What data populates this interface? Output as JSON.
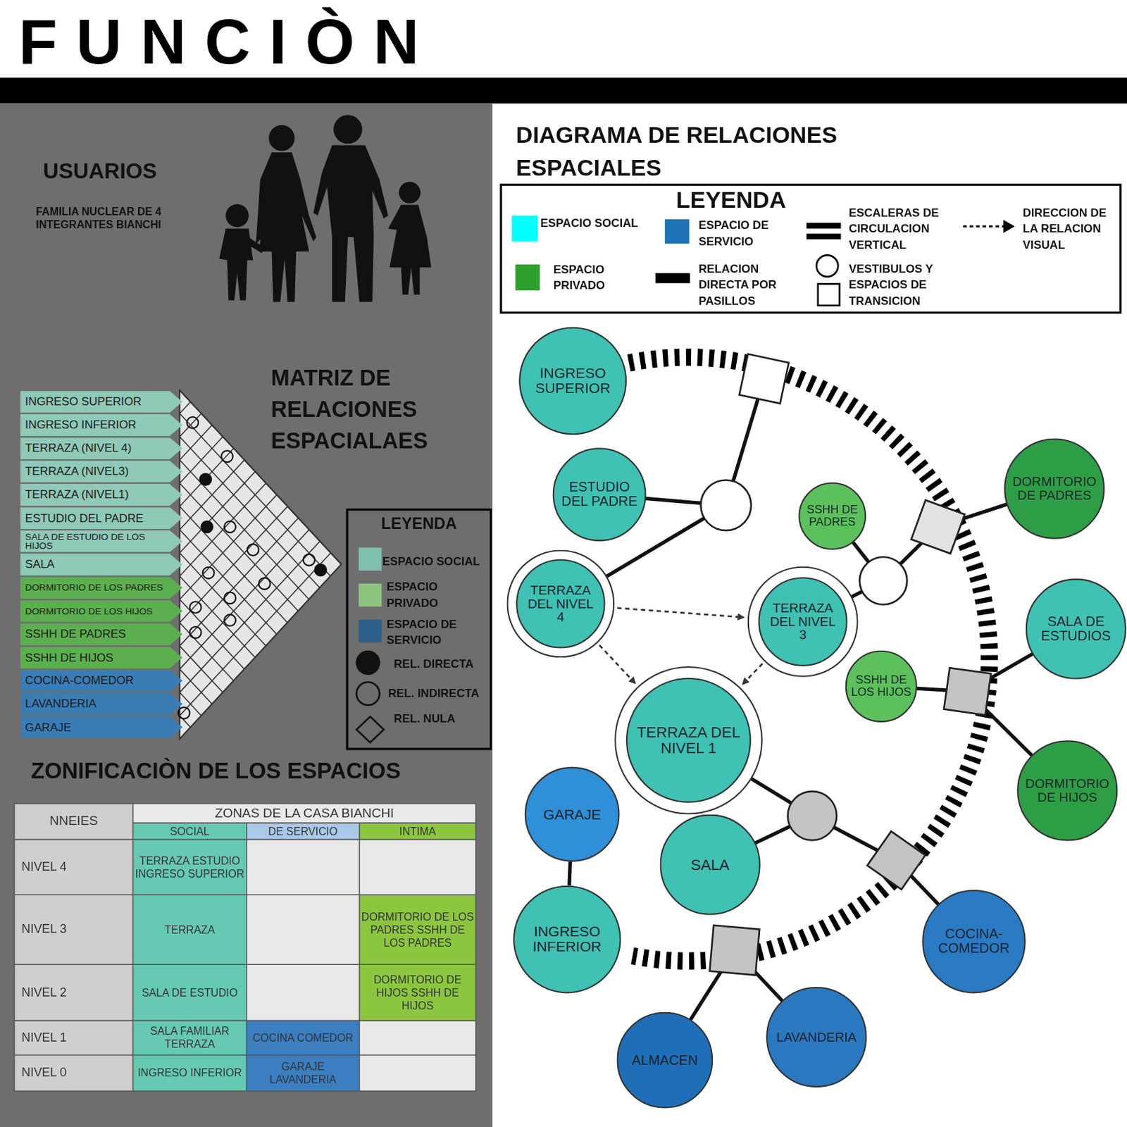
{
  "diagram": {
    "title": "FUNCIÒN",
    "nodes": [
      {
        "text": [
          "INGRESO SUPERIOR"
        ]
      },
      {
        "text": [
          "INGRESO INFERIOR"
        ]
      },
      {
        "text": [
          "TERRAZA (NIVEL 4)"
        ]
      },
      {
        "text": [
          "TERRAZA (NIVEL3)"
        ]
      },
      {
        "text": [
          "TERRAZA (NIVEL1)"
        ]
      },
      {
        "text": [
          "ESTUDIO DEL PADRE"
        ]
      },
      {
        "text": [
          "SALA DE ESTUDIO DE LOS HIJOS"
        ]
      },
      {
        "text": [
          "SALA"
        ]
      },
      {
        "text": [
          "DORMITORIO DE LOS PADRES"
        ]
      },
      {
        "text": [
          "DORMITORIO DE LOS HIJOS"
        ]
      },
      {
        "text": [
          "SSHH DE PADRES"
        ]
      },
      {
        "text": [
          "SSHH DE HIJOS"
        ]
      },
      {
        "text": [
          "COCINA-COMEDOR"
        ]
      },
      {
        "text": [
          "LAVANDERIA"
        ]
      },
      {
        "text": [
          "GARAJE"
        ]
      },
      {
        "text": [
          "INGRESO SUPERIOR"
        ]
      },
      {
        "text": [
          "ESTUDIO DEL PADRE"
        ]
      },
      {
        "text": [
          "SSHH DE PADRES"
        ]
      },
      {
        "text": [
          "DORMITORIO DE PADRES"
        ]
      },
      {
        "text": [
          "TERRAZA DEL NIVEL 4"
        ]
      },
      {
        "text": [
          "TERRAZA DEL NIVEL 3"
        ]
      },
      {
        "text": [
          "SALA DE ESTUDIOS"
        ]
      },
      {
        "text": [
          "SSHH DE LOS HIJOS"
        ]
      },
      {
        "text": [
          "TERRAZA DEL NIVEL 1"
        ]
      },
      {
        "text": [
          "DORMITORIO DE HIJOS"
        ]
      },
      {
        "text": [
          "GARAJE"
        ]
      },
      {
        "text": [
          "SALA"
        ]
      },
      {
        "text": [
          "INGRESO INFERIOR"
        ]
      },
      {
        "text": [
          "COCINA-COMEDOR"
        ]
      },
      {
        "text": [
          "ALMACEN"
        ]
      },
      {
        "text": [
          "LAVANDERIA"
        ]
      }
    ],
    "edges": [
      {
        "from": 19,
        "to": 20,
        "arrow": "to"
      },
      {
        "from": 19,
        "to": 23,
        "arrow": "to"
      },
      {
        "from": 20,
        "to": 23,
        "arrow": "to"
      },
      {
        "from": 25,
        "to": 27,
        "arrow": "none"
      }
    ],
    "labels": [
      "USUARIOS",
      "FAMILIA NUCLEAR DE 4 INTEGRANTES BIANCHI",
      "MATRIZ DE RELACIONES ESPACIALAES",
      "LEYENDA",
      "ZONIFICACIÒN DE LOS ESPACIOS",
      "NNEIES",
      "ZONAS DE LA CASA BIANCHI",
      "SOCIAL",
      "DE SERVICIO",
      "INTIMA",
      "NIVEL 4",
      "NIVEL 3",
      "NIVEL 2",
      "NIVEL 1",
      "NIVEL 0",
      "TERRAZA ESTUDIO INGRESO SUPERIOR",
      "TERRAZA",
      "DORMITORIO DE LOS PADRES SSHH DE LOS PADRES",
      "SALA DE ESTUDIO",
      "DORMITORIO DE HIJOS SSHH DE HIJOS",
      "SALA FAMILIAR TERRAZA",
      "COCINA COMEDOR",
      "INGRESO INFERIOR",
      "GARAJE LAVANDERIA",
      "DIAGRAMA DE RELACIONES ESPACIALES",
      "LEYENDA"
    ],
    "legend": [
      {
        "text": "ESPACIO SOCIAL",
        "color": "#7fbfae"
      },
      {
        "text": "ESPACIO PRIVADO",
        "color": "#8cc47e"
      },
      {
        "text": "ESPACIO DE SERVICIO",
        "color": "#2d5f8a"
      },
      {
        "text": "REL. DIRECTA"
      },
      {
        "text": "REL. INDIRECTA"
      },
      {
        "text": "REL. NULA"
      },
      {
        "text": "ESPACIO SOCIAL",
        "color": "#00ffff"
      },
      {
        "text": "ESPACIO PRIVADO",
        "color": "#2ea02e"
      },
      {
        "text": "ESPACIO DE SERVICIO",
        "color": "#1e73b4"
      },
      {
        "text": "ESCALERAS DE CIRCULACION VERTICAL"
      },
      {
        "text": "RELACION DIRECTA POR PASILLOS"
      },
      {
        "text": "VESTIBULOS Y ESPACIOS DE TRANSICION"
      },
      {
        "text": "DIRECCION DE LA RELACION VISUAL"
      }
    ]
  }
}
